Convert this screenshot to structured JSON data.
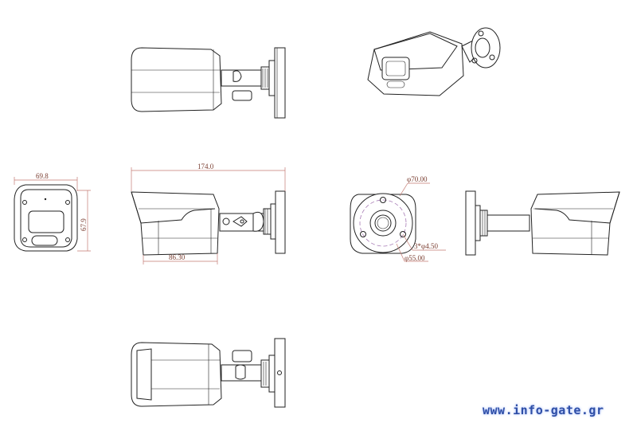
{
  "dimensions": {
    "front_width": "69.8",
    "front_height": "67.9",
    "total_length": "174.0",
    "body_length": "86.30",
    "base_diameter": "φ70.00",
    "hole_spec": "3*φ4.50",
    "hole_circle_diameter": "φ55.00"
  },
  "watermark": "www.info-gate.gr",
  "colors": {
    "dimension": "#c47a72",
    "watermark": "#2f4fa6"
  }
}
